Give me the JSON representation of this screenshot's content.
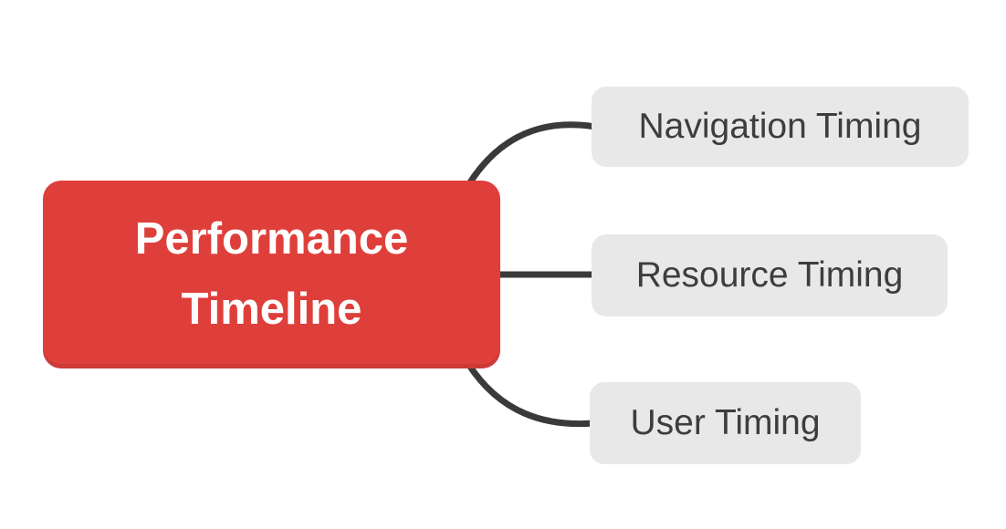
{
  "diagram": {
    "type": "mindmap",
    "root": {
      "label": "Performance Timeline",
      "bg_color": "#df3f3a",
      "text_color": "#ffffff"
    },
    "branches": [
      {
        "label": "Navigation Timing"
      },
      {
        "label": "Resource Timing"
      },
      {
        "label": "User Timing"
      }
    ],
    "branch_bg_color": "#e8e8e8",
    "branch_text_color": "#3d3d3d",
    "connector_color": "#3a3a3a",
    "background_color": "#ffffff"
  }
}
